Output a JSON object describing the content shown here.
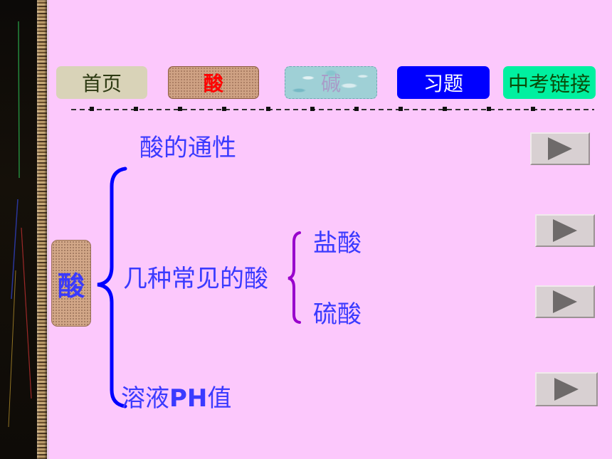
{
  "nav": {
    "home": "首页",
    "acid": "酸",
    "base": "碱",
    "exercises": "习题",
    "exam_links": "中考链接"
  },
  "content": {
    "general_properties": "酸的通性",
    "acid_label": "酸",
    "common_acids": "几种常见的酸",
    "hydrochloric_acid": "盐酸",
    "sulfuric_acid": "硫酸",
    "solution_ph_prefix": "溶液",
    "solution_ph_bold": "PH",
    "solution_ph_suffix": "值"
  },
  "colors": {
    "background": "#fcc8fc",
    "text_blue": "#3a3aff",
    "brace_blue": "#0000ff",
    "brace_purple": "#9900cc",
    "acid_red": "#ff0000"
  },
  "icons": [
    "play-icon",
    "play-icon",
    "play-icon",
    "play-icon"
  ]
}
